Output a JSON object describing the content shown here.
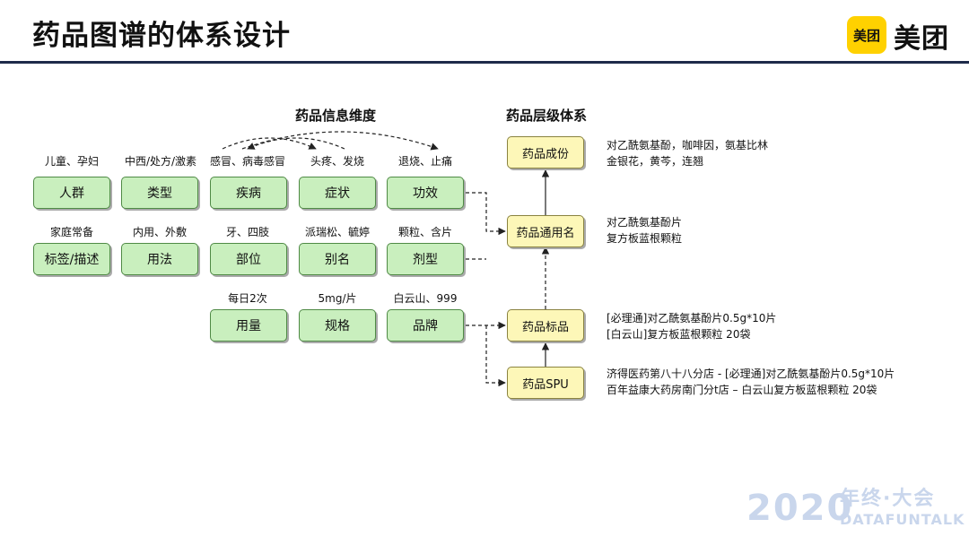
{
  "title": "药品图谱的体系设计",
  "logo": {
    "badge": "美团",
    "text": "美团",
    "accent": "#ffd100"
  },
  "headings": {
    "dimensions": "药品信息维度",
    "hierarchy": "药品层级体系"
  },
  "row1": [
    {
      "caption": "儿童、孕妇",
      "label": "人群"
    },
    {
      "caption": "中西/处方/激素",
      "label": "类型"
    },
    {
      "caption": "感冒、病毒感冒",
      "label": "疾病"
    },
    {
      "caption": "头疼、发烧",
      "label": "症状"
    },
    {
      "caption": "退烧、止痛",
      "label": "功效"
    }
  ],
  "row2": [
    {
      "caption": "家庭常备",
      "label": "标签/描述"
    },
    {
      "caption": "内用、外敷",
      "label": "用法"
    },
    {
      "caption": "牙、四肢",
      "label": "部位"
    },
    {
      "caption": "派瑞松、毓婷",
      "label": "别名"
    },
    {
      "caption": "颗粒、含片",
      "label": "剂型"
    }
  ],
  "row3": [
    {
      "caption": "每日2次",
      "label": "用量"
    },
    {
      "caption": "5mg/片",
      "label": "规格"
    },
    {
      "caption": "白云山、999",
      "label": "品牌"
    }
  ],
  "hierarchy": [
    {
      "label": "药品成份",
      "examples": [
        "对乙酰氨基酚，咖啡因，氨基比林",
        "金银花，黄芩，连翘"
      ]
    },
    {
      "label": "药品通用名",
      "examples": [
        "对乙酰氨基酚片",
        "复方板蓝根颗粒"
      ]
    },
    {
      "label": "药品标品",
      "examples": [
        "[必理通]对乙酰氨基酚片0.5g*10片",
        "[白云山]复方板蓝根颗粒 20袋"
      ]
    },
    {
      "label": "药品SPU",
      "examples": [
        "济得医药第八十八分店 - [必理通]对乙酰氨基酚片0.5g*10片",
        "百年益康大药房南门分t店 – 白云山复方板蓝根颗粒 20袋"
      ]
    }
  ],
  "watermark": {
    "year": "2020",
    "cn": "年终·大会",
    "en": "DATAFUNTALK"
  }
}
